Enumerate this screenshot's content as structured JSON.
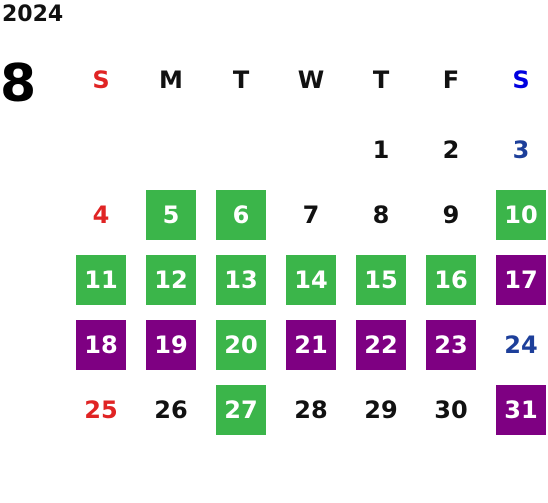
{
  "year": "2024",
  "month": "8",
  "weekdays": [
    "S",
    "M",
    "T",
    "W",
    "T",
    "F",
    "S"
  ],
  "days": [
    {
      "label": "1",
      "col": 4,
      "row": 0,
      "status": "none"
    },
    {
      "label": "2",
      "col": 5,
      "row": 0,
      "status": "none"
    },
    {
      "label": "3",
      "col": 6,
      "row": 0,
      "status": "none"
    },
    {
      "label": "4",
      "col": 0,
      "row": 1,
      "status": "none"
    },
    {
      "label": "5",
      "col": 1,
      "row": 1,
      "status": "green"
    },
    {
      "label": "6",
      "col": 2,
      "row": 1,
      "status": "green"
    },
    {
      "label": "7",
      "col": 3,
      "row": 1,
      "status": "none"
    },
    {
      "label": "8",
      "col": 4,
      "row": 1,
      "status": "none"
    },
    {
      "label": "9",
      "col": 5,
      "row": 1,
      "status": "none"
    },
    {
      "label": "10",
      "col": 6,
      "row": 1,
      "status": "green"
    },
    {
      "label": "11",
      "col": 0,
      "row": 2,
      "status": "green"
    },
    {
      "label": "12",
      "col": 1,
      "row": 2,
      "status": "green"
    },
    {
      "label": "13",
      "col": 2,
      "row": 2,
      "status": "green"
    },
    {
      "label": "14",
      "col": 3,
      "row": 2,
      "status": "green"
    },
    {
      "label": "15",
      "col": 4,
      "row": 2,
      "status": "green"
    },
    {
      "label": "16",
      "col": 5,
      "row": 2,
      "status": "green"
    },
    {
      "label": "17",
      "col": 6,
      "row": 2,
      "status": "purple"
    },
    {
      "label": "18",
      "col": 0,
      "row": 3,
      "status": "purple"
    },
    {
      "label": "19",
      "col": 1,
      "row": 3,
      "status": "purple"
    },
    {
      "label": "20",
      "col": 2,
      "row": 3,
      "status": "green"
    },
    {
      "label": "21",
      "col": 3,
      "row": 3,
      "status": "purple"
    },
    {
      "label": "22",
      "col": 4,
      "row": 3,
      "status": "purple"
    },
    {
      "label": "23",
      "col": 5,
      "row": 3,
      "status": "purple"
    },
    {
      "label": "24",
      "col": 6,
      "row": 3,
      "status": "none"
    },
    {
      "label": "25",
      "col": 0,
      "row": 4,
      "status": "none"
    },
    {
      "label": "26",
      "col": 1,
      "row": 4,
      "status": "none"
    },
    {
      "label": "27",
      "col": 2,
      "row": 4,
      "status": "green"
    },
    {
      "label": "28",
      "col": 3,
      "row": 4,
      "status": "none"
    },
    {
      "label": "29",
      "col": 4,
      "row": 4,
      "status": "none"
    },
    {
      "label": "30",
      "col": 5,
      "row": 4,
      "status": "none"
    },
    {
      "label": "31",
      "col": 6,
      "row": 4,
      "status": "purple"
    }
  ],
  "colors": {
    "green": "#3bb54a",
    "purple": "#7e0082",
    "sunday": "#e02424",
    "saturday": "#1d3f9a",
    "saturday_header": "#0000e0"
  }
}
